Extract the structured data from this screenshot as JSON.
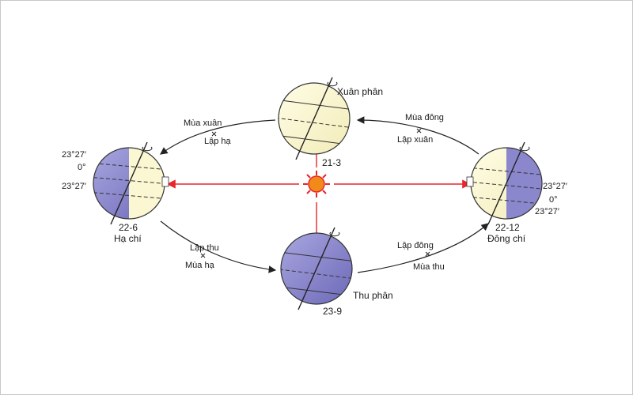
{
  "globes": {
    "spring": {
      "label": "Xuân phân",
      "date": "21-3"
    },
    "summer": {
      "label": "Hạ chí",
      "date": "22-6",
      "lat_top": "23°27′",
      "lat_eq": "0°",
      "lat_bottom": "23°27′"
    },
    "autumn": {
      "label": "Thu phân",
      "date": "23-9"
    },
    "winter": {
      "label": "Đông chí",
      "date": "22-12",
      "lat_top": "23°27′",
      "lat_eq": "0°",
      "lat_bottom": "23°27′"
    }
  },
  "orbit_labels": {
    "top_left_season": "Mùa xuân",
    "top_left_term": "Lập hạ",
    "top_right_season": "Mùa đông",
    "top_right_term": "Lập xuân",
    "bottom_left_term": "Lập thu",
    "bottom_left_season": "Mùa hạ",
    "bottom_right_term": "Lập đông",
    "bottom_right_season": "Mùa thu"
  },
  "colors": {
    "day_side": "#fbf7d2",
    "night_side": "#8a87cc",
    "sun_rays": "#e8262b",
    "sun_core": "#f28a1a",
    "orbit": "#222222"
  }
}
